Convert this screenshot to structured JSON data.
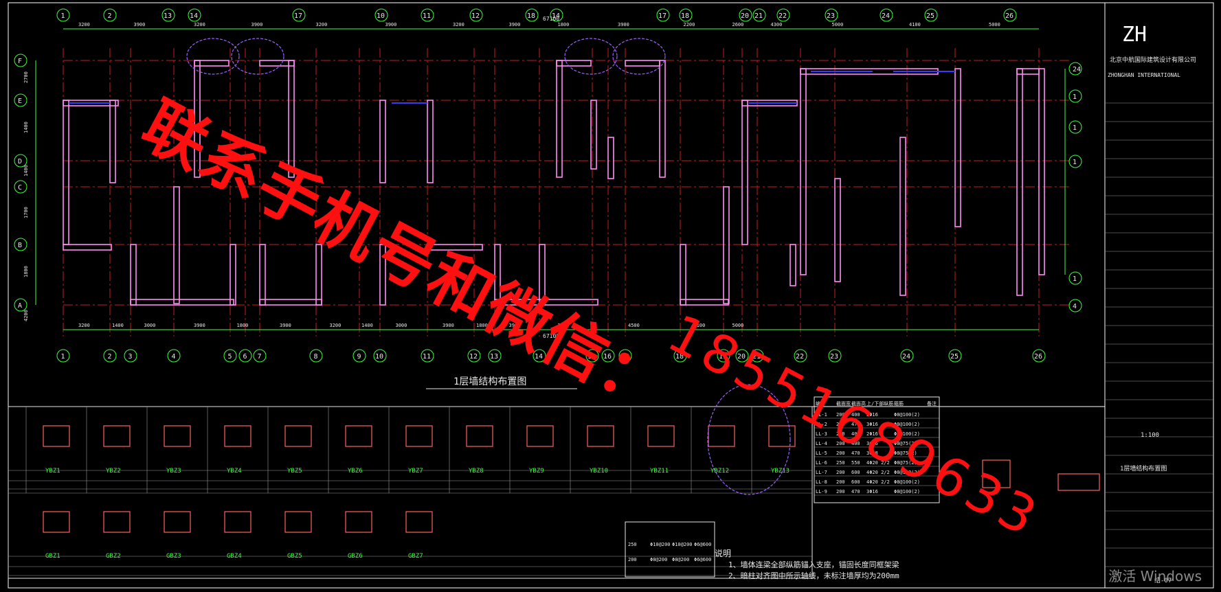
{
  "drawing": {
    "plan_title": "1层墙结构布置图",
    "logo": "ZH",
    "company_cn": "北京中航国际建筑设计有限公司",
    "company_en": "ZHONGHAN INTERNATIONAL",
    "top_axes": [
      "1",
      "2",
      "13",
      "14",
      "17",
      "10",
      "11",
      "12",
      "18",
      "14",
      "17",
      "18",
      "20",
      "21",
      "22",
      "23",
      "24",
      "25",
      "26"
    ],
    "bottom_axes": [
      "1",
      "2",
      "3",
      "4",
      "5",
      "6",
      "7",
      "8",
      "9",
      "10",
      "11",
      "12",
      "13",
      "14",
      "15",
      "16",
      "17",
      "18",
      "19",
      "20",
      "21",
      "22",
      "23",
      "24",
      "25",
      "26"
    ],
    "left_axes": [
      "F",
      "E",
      "D",
      "C",
      "B",
      "A"
    ],
    "right_axes": [
      "24",
      "1",
      "1",
      "1",
      "1",
      "4"
    ],
    "top_dims": [
      "3200",
      "3900",
      "3200",
      "3900",
      "3200",
      "3900",
      "3200",
      "3900",
      "1800",
      "3900",
      "2200",
      "2600",
      "4300",
      "5000",
      "4100",
      "5000"
    ],
    "bottom_dims": [
      "3200",
      "1400",
      "3000",
      "3900",
      "1800",
      "3900",
      "3200",
      "1400",
      "3000",
      "3900",
      "1800",
      "3900",
      "2600",
      "4500",
      "4100",
      "5000"
    ],
    "overall_dim": "67100",
    "left_dims": [
      "2700",
      "1400",
      "1400",
      "1700",
      "1800",
      "4200"
    ],
    "yb_labels": [
      "YBZ1",
      "YBZ2",
      "YBZ3",
      "YBZ4",
      "YBZ5",
      "YBZ6",
      "YBZ7",
      "YBZ8",
      "YBZ9",
      "YBZ10",
      "YBZ11",
      "YBZ12",
      "YBZ13"
    ],
    "gb_labels": [
      "GBZ1",
      "GBZ2",
      "GBZ3",
      "GBZ4",
      "GBZ5",
      "GBZ6",
      "GBZ7"
    ],
    "beam_table": {
      "headers": [
        "编号",
        "截面宽",
        "截面高",
        "上/下部纵筋",
        "箍筋",
        "备注"
      ],
      "rows": [
        [
          "LL-1",
          "200",
          "400",
          "2Φ16",
          "Φ8@100(2)",
          ""
        ],
        [
          "LL-2",
          "200",
          "470",
          "3Φ16",
          "Φ8@100(2)",
          ""
        ],
        [
          "LL-3",
          "200",
          "400",
          "2Φ16",
          "Φ8@100(2)",
          ""
        ],
        [
          "LL-4",
          "200",
          "400",
          "3Φ16",
          "Φ8@75(2)",
          ""
        ],
        [
          "LL-5",
          "200",
          "470",
          "3Φ18",
          "Φ8@75(2)",
          ""
        ],
        [
          "LL-6",
          "250",
          "550",
          "4Φ20 2/2",
          "Φ8@75(2)",
          ""
        ],
        [
          "LL-7",
          "200",
          "600",
          "4Φ20 2/2",
          "Φ8@100(2)",
          ""
        ],
        [
          "LL-8",
          "200",
          "600",
          "4Φ20 2/2",
          "Φ8@100(2)",
          ""
        ],
        [
          "LL-9",
          "200",
          "470",
          "3Φ16",
          "Φ8@100(2)",
          ""
        ]
      ]
    },
    "wall_table": {
      "rows": [
        [
          "250",
          "Φ10@200",
          "Φ10@200",
          "Φ6@600"
        ],
        [
          "200",
          "Φ8@200",
          "Φ8@200",
          "Φ6@600"
        ]
      ]
    },
    "notes_title": "说明",
    "notes": [
      "1、墙体连梁全部纵筋锚入支座，锚固长度同框架梁",
      "2、暗柱对齐图中所示轴线，未标注墙厚均为200mm"
    ],
    "title_block": {
      "drawing_name": "1层墙结构布置图",
      "scale": "1:100",
      "sheet": "结-07"
    },
    "colors": {
      "grid": "#c81e1e",
      "wall": "#ff8cf0",
      "dim": "#3cff3c",
      "frame": "#ffffff",
      "cloud": "#a060ff",
      "text": "#e8e8e8",
      "hatch": "#ff6060"
    }
  },
  "watermark": {
    "line1": "联系手机号和微信：",
    "line2": "18551689633"
  },
  "system": {
    "activate": "激活 Windows"
  }
}
